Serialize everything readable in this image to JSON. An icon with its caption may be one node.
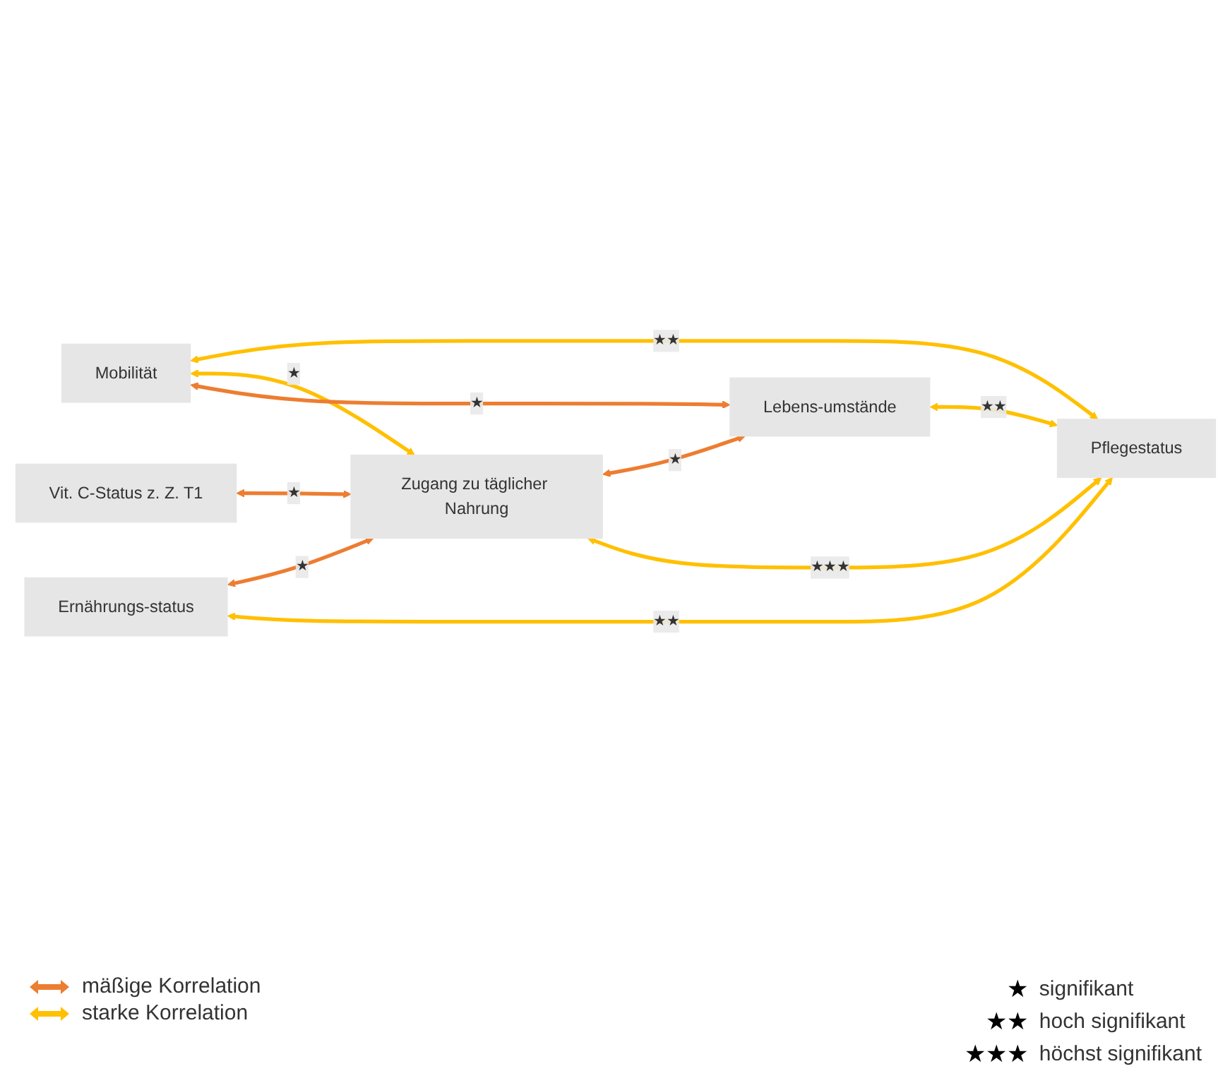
{
  "diagram": {
    "nodes": [
      {
        "text": [
          "Vit. C-Status z. Z. T1"
        ]
      },
      {
        "text": [
          "Pflegestatus"
        ]
      },
      {
        "text": [
          "Mobilität"
        ]
      },
      {
        "text": [
          "Zugang zu täglicher Nahrung"
        ]
      },
      {
        "text": [
          "Ernährungs-status"
        ]
      },
      {
        "text": [
          "Lebens-umstände"
        ]
      }
    ],
    "edges": [
      {
        "from": 0,
        "to": 3,
        "arrow": "both",
        "label": "★",
        "color": "#ed7d31"
      },
      {
        "from": 2,
        "to": 1,
        "arrow": "both",
        "label": "★★",
        "color": "#ffc000"
      },
      {
        "from": 1,
        "to": 3,
        "arrow": "both",
        "label": "★★★",
        "color": "#ffc000"
      },
      {
        "from": 2,
        "to": 3,
        "arrow": "both",
        "label": "★",
        "color": "#ffc000"
      },
      {
        "from": 2,
        "to": 5,
        "arrow": "both",
        "label": "★",
        "color": "#ed7d31"
      },
      {
        "from": 4,
        "to": 3,
        "arrow": "both",
        "label": "★",
        "color": "#ed7d31"
      },
      {
        "from": 3,
        "to": 5,
        "arrow": "both",
        "label": "★",
        "color": "#ed7d31"
      },
      {
        "from": 5,
        "to": 1,
        "arrow": "both",
        "label": "★★",
        "color": "#ffc000"
      },
      {
        "from": 4,
        "to": 1,
        "arrow": "both",
        "label": "★★",
        "color": "#ffc000"
      }
    ],
    "labels": [
      "★",
      "★★",
      "★★★"
    ],
    "legend": [
      {
        "text": "mäßige Korrelation"
      },
      {
        "text": "starke Korrelation"
      },
      {
        "text": "signifikant"
      },
      {
        "text": "hoch signifikant"
      },
      {
        "text": "höchst signifikant"
      }
    ]
  }
}
